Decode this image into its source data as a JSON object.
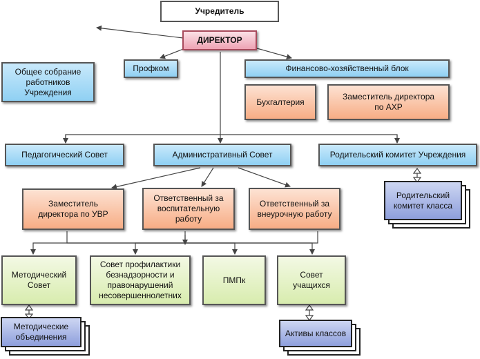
{
  "nodes": {
    "founder": "Учредитель",
    "director": "ДИРЕКТОР",
    "general_meeting": "Общее собрание работников Учреждения",
    "trade_union": "Профком",
    "finance_block": "Финансово-хозяйственный блок",
    "accounting": "Бухгалтерия",
    "deputy_ahr": "Заместитель директора по АХР",
    "pedagogical_council": "Педагогический Совет",
    "administrative_council": "Административный Совет",
    "parent_committee": "Родительский комитет Учреждения",
    "class_parent_committee": "Родительский комитет класса",
    "deputy_uvr": "Заместитель директора по УВР",
    "responsible_education": "Ответственный за воспитательную работу",
    "responsible_extracurricular": "Ответственный за внеурочную работу",
    "methodical_council": "Методический Совет",
    "methodical_associations": "Методические объединения",
    "prevention_council": "Совет профилактики безнадзорности и правонарушений несовершеннолетних",
    "pmpk": "ПМПк",
    "student_council": "Совет учащихся",
    "class_activists": "Активы классов"
  },
  "colors": {
    "blue": "#8fd0f3",
    "orange": "#f7ad85",
    "green": "#d8ecae",
    "pink": "#eea3b4",
    "lavender": "#8e9fdc",
    "connector": "#444444"
  }
}
